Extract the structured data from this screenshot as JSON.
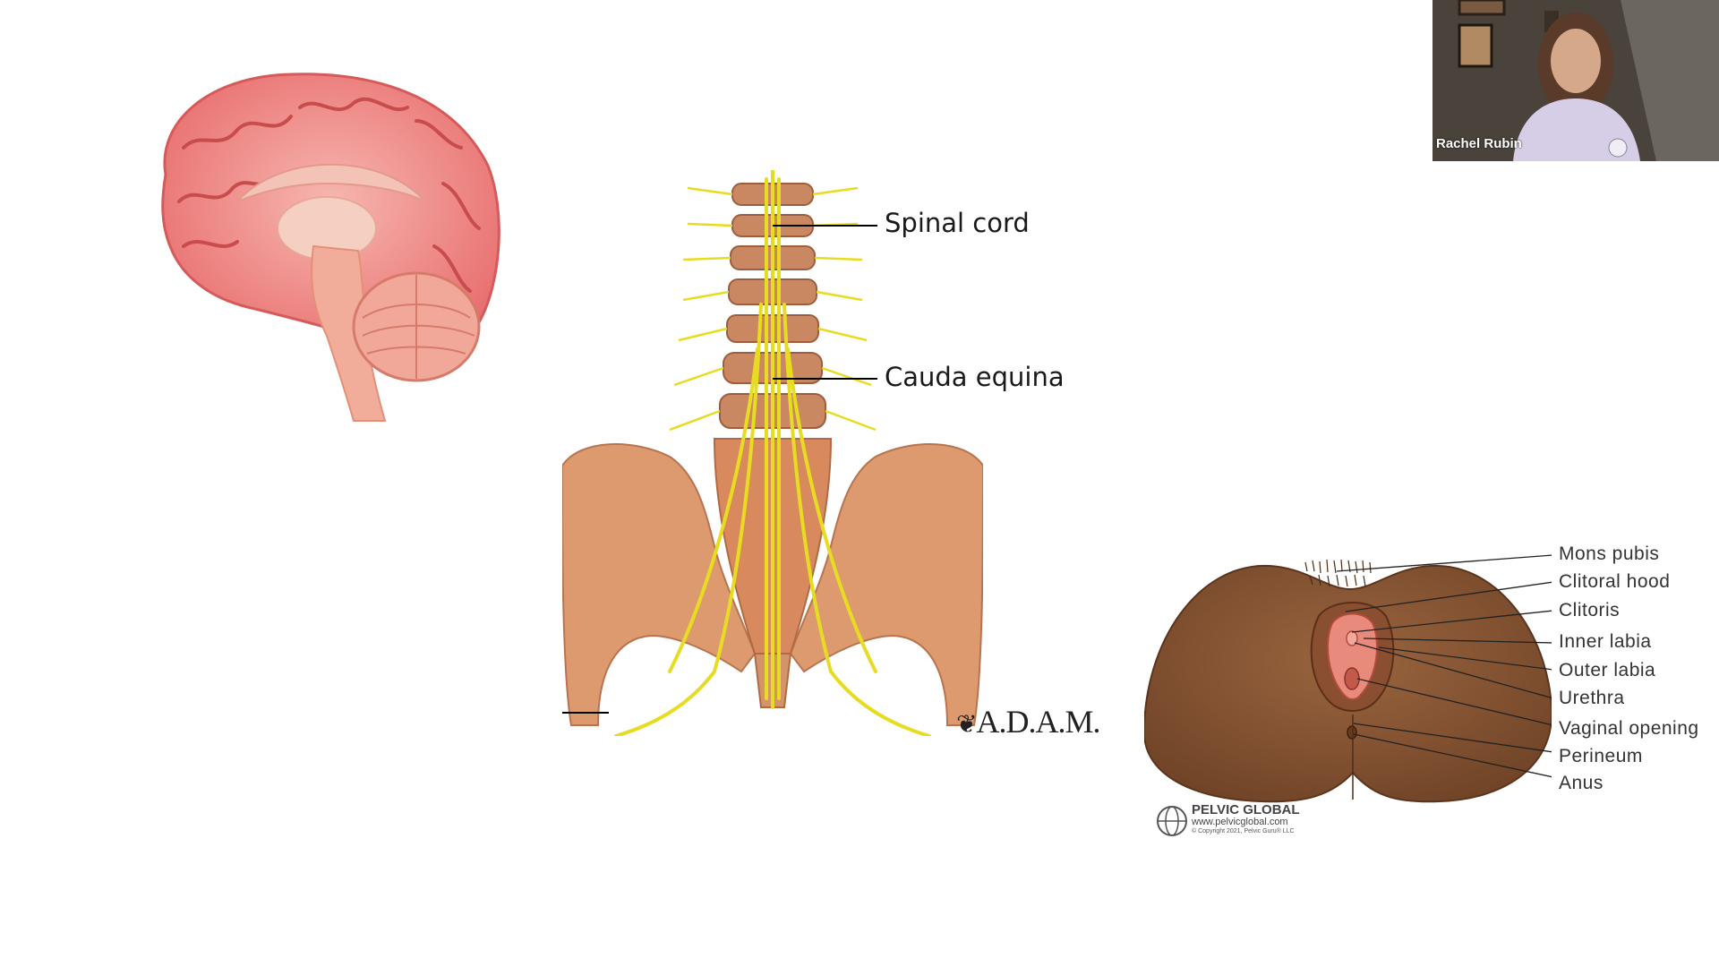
{
  "slide": {
    "spine_labels": {
      "spinal_cord": "Spinal cord",
      "cauda_equina": "Cauda equina"
    },
    "adam_logo": "A.D.A.M.",
    "vulva_labels": [
      "Mons pubis",
      "Clitoral hood",
      "Clitoris",
      "Inner labia",
      "Outer labia",
      "Urethra",
      "Vaginal opening",
      "Perineum",
      "Anus"
    ],
    "pelvic_global": {
      "title": "PELVIC GLOBAL",
      "url": "www.pelvicglobal.com",
      "copyright": "© Copyright 2021, Pelvic Guru® LLC"
    }
  },
  "webcam": {
    "participant_name": "Rachel Rubin"
  },
  "colors": {
    "brain": "#f08a8a",
    "nerve": "#e8dc22",
    "bone": "#d9956a",
    "skin": "#8a5634",
    "background": "#ffffff"
  }
}
